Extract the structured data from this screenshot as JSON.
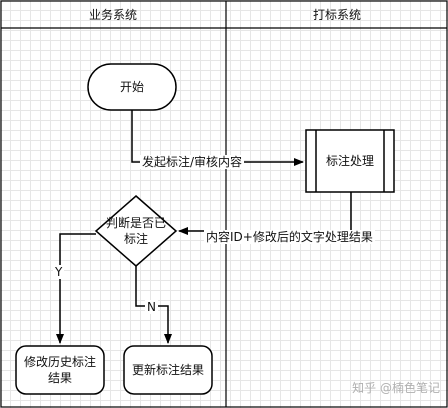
{
  "lanes": [
    {
      "title": "业务系统"
    },
    {
      "title": "打标系统"
    }
  ],
  "nodes": {
    "start": "开始",
    "tag_process": "标注处理",
    "decision": "判断是否已\n标注",
    "update_history": "修改历史标注\n结果",
    "update_result": "更新标注结果"
  },
  "edges": {
    "initiate": "发起标注/审核内容",
    "return_result": "内容ID+修改后的文字处理结果",
    "yes": "Y",
    "no": "N"
  },
  "watermark": "知乎 @楠色笔记"
}
